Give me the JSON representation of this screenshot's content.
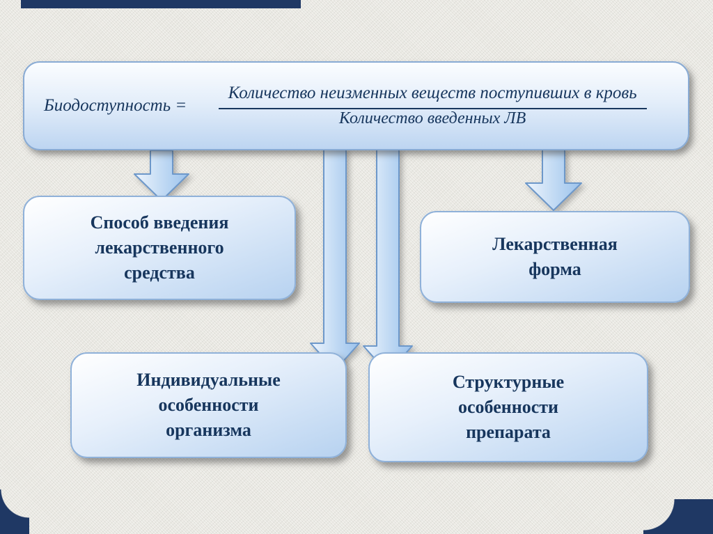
{
  "slide": {
    "formula": {
      "lhs": "Биодоступность =",
      "numerator": "Количество неизменных веществ поступивших в кровь",
      "denominator": "Количество введенных ЛВ"
    },
    "boxes": {
      "administration": {
        "label": "Способ введения\nлекарственного\nсредства"
      },
      "dosage_form": {
        "label": "Лекарственная\nформа"
      },
      "individual": {
        "label": "Индивидуальные\nособенности\nорганизма"
      },
      "structural": {
        "label": "Структурные\nособенности\nпрепарата"
      }
    },
    "colors": {
      "accent_navy": "#1f3864",
      "box_border": "#8fb1d9",
      "box_fill_light": "#ffffff",
      "box_fill_dark": "#b7d2f0",
      "text": "#17365d",
      "arrow_stroke": "#6d98ca"
    }
  }
}
